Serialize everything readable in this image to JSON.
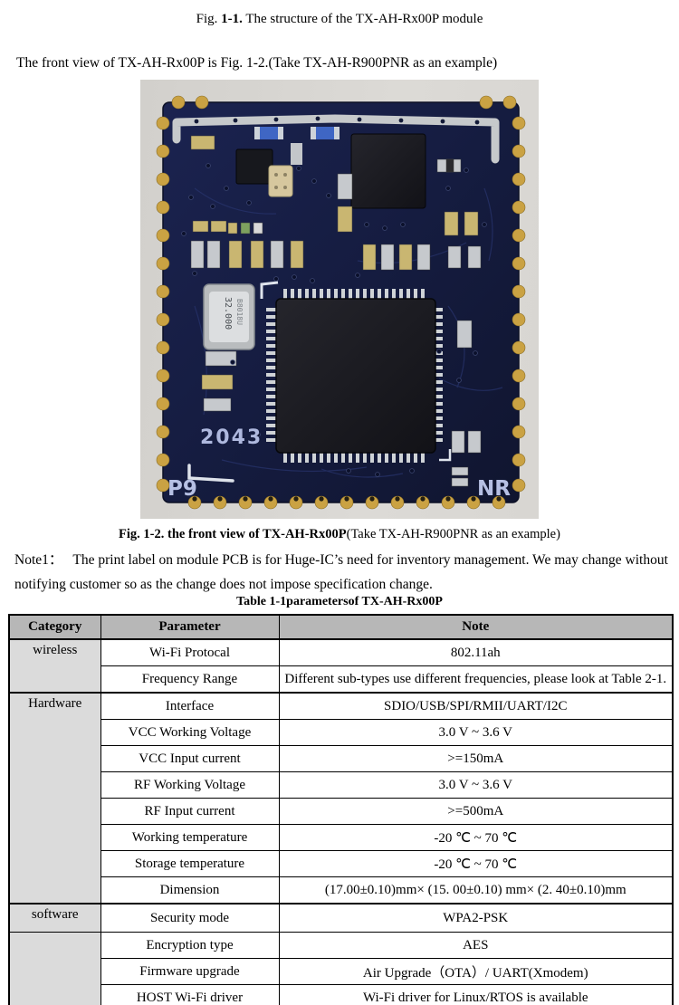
{
  "document": {
    "fig1_caption": {
      "pre": "Fig. ",
      "num": "1-1.",
      "post": " The structure of the TX-AH-Rx00P module"
    },
    "intro": "The front view of TX-AH-Rx00P is Fig. 1-2.(Take TX-AH-R900PNR as an example)",
    "fig2_caption": {
      "bold": "Fig. 1-2. the front view of TX-AH-Rx00P",
      "normal": "(Take TX-AH-R900PNR as an example)"
    },
    "note_prefix": "Note1：",
    "note_body": "The print label on module PCB is for Huge-IC’s need for inventory management. We may change without notifying customer so as the change does not impose specification change.",
    "table_caption": "Table 1-1parametersof TX-AH-Rx00P"
  },
  "pcb": {
    "crystal_label": "32.000",
    "crystal_sublabel": "B8018U",
    "silkscreen_date": "2043",
    "silkscreen_left": "P9",
    "silkscreen_right": "NR"
  },
  "table": {
    "headers": [
      "Category",
      "Parameter",
      "Note"
    ],
    "groups": [
      {
        "category": "wireless",
        "rows": [
          {
            "parameter": "Wi-Fi Protocal",
            "note": "802.11ah"
          },
          {
            "parameter": "Frequency Range",
            "note": "Different sub-types use different frequencies, please look at Table 2-1."
          }
        ]
      },
      {
        "category": "Hardware",
        "rows": [
          {
            "parameter": "Interface",
            "note": "SDIO/USB/SPI/RMII/UART/I2C"
          },
          {
            "parameter": "VCC Working Voltage",
            "note": "3.0 V ~ 3.6 V"
          },
          {
            "parameter": "VCC Input current",
            "note": ">=150mA"
          },
          {
            "parameter": "RF Working Voltage",
            "note": "3.0 V ~ 3.6 V"
          },
          {
            "parameter": "RF Input current",
            "note": ">=500mA"
          },
          {
            "parameter": "Working temperature",
            "note": "-20 ℃ ~ 70 ℃"
          },
          {
            "parameter": "Storage temperature",
            "note": "-20 ℃ ~ 70 ℃"
          },
          {
            "parameter": "Dimension",
            "note": "(17.00±0.10)mm× (15. 00±0.10) mm× (2. 40±0.10)mm"
          }
        ]
      },
      {
        "category": "software",
        "rows": [
          {
            "parameter": "Security mode",
            "note": "WPA2-PSK"
          }
        ]
      },
      {
        "category": "",
        "rows": [
          {
            "parameter": "Encryption type",
            "note": "AES"
          },
          {
            "parameter": "Firmware upgrade",
            "note": "Air Upgrade（OTA）/ UART(Xmodem)"
          },
          {
            "parameter": "HOST Wi-Fi driver",
            "note": "Wi-Fi driver for Linux/RTOS is available"
          }
        ]
      }
    ]
  }
}
